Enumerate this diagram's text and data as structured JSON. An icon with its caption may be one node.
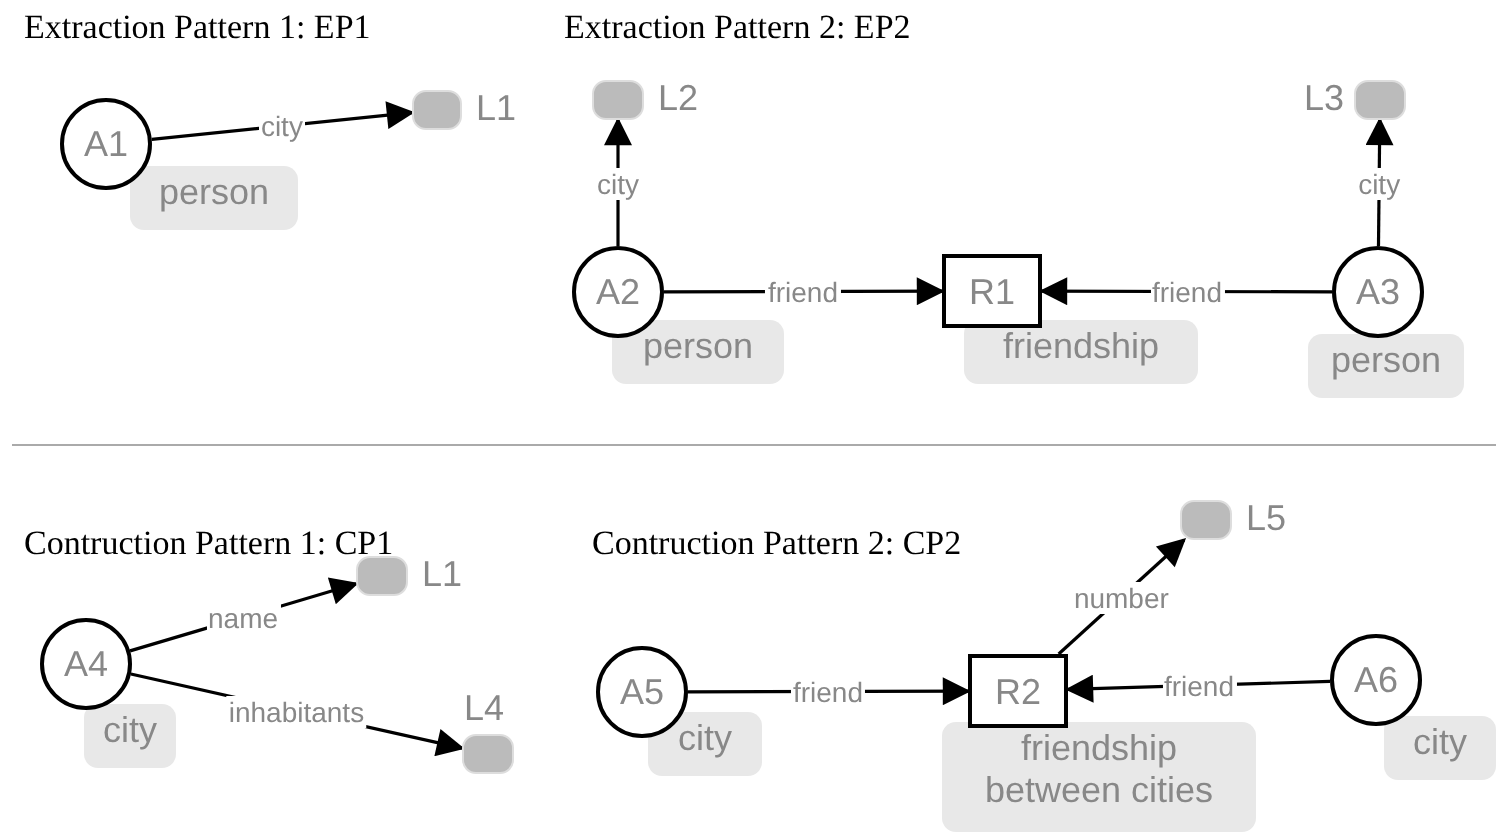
{
  "diagram": {
    "nodes": [
      {
        "text": [
          "A1"
        ],
        "beside": [
          "person"
        ]
      },
      {
        "text": [
          "L1"
        ]
      },
      {
        "text": [
          "L2"
        ]
      },
      {
        "text": [
          "L3"
        ]
      },
      {
        "text": [
          "A2"
        ],
        "beside": [
          "person"
        ]
      },
      {
        "text": [
          "R1"
        ],
        "beside": [
          "friendship"
        ]
      },
      {
        "text": [
          "A3"
        ],
        "beside": [
          "person"
        ]
      },
      {
        "text": [
          "A4"
        ],
        "beside": [
          "city"
        ]
      },
      {
        "text": [
          "L1"
        ]
      },
      {
        "text": [
          "L4"
        ]
      },
      {
        "text": [
          "L5"
        ]
      },
      {
        "text": [
          "A5"
        ],
        "beside": [
          "city"
        ]
      },
      {
        "text": [
          "R2"
        ],
        "beside": [
          "friendship between cities"
        ]
      },
      {
        "text": [
          "A6"
        ],
        "beside": [
          "city"
        ]
      }
    ],
    "edges": [
      {
        "from": 0,
        "to": 1,
        "arrow": "to",
        "label": "city"
      },
      {
        "from": 4,
        "to": 2,
        "arrow": "to",
        "label": "city"
      },
      {
        "from": 6,
        "to": 3,
        "arrow": "to",
        "label": "city"
      },
      {
        "from": 4,
        "to": 5,
        "arrow": "to",
        "label": "friend"
      },
      {
        "from": 6,
        "to": 5,
        "arrow": "to",
        "label": "friend"
      },
      {
        "from": 7,
        "to": 8,
        "arrow": "to",
        "label": "name"
      },
      {
        "from": 7,
        "to": 9,
        "arrow": "to",
        "label": "inhabitants"
      },
      {
        "from": 12,
        "to": 10,
        "arrow": "to",
        "label": "number"
      },
      {
        "from": 11,
        "to": 12,
        "arrow": "to",
        "label": "friend"
      },
      {
        "from": 13,
        "to": 12,
        "arrow": "to",
        "label": "friend"
      }
    ],
    "labels": [
      "Extraction Pattern 1: EP1",
      "Extraction Pattern 2: EP2",
      "Contruction Pattern 1: CP1",
      "Contruction Pattern 2: CP2"
    ]
  }
}
